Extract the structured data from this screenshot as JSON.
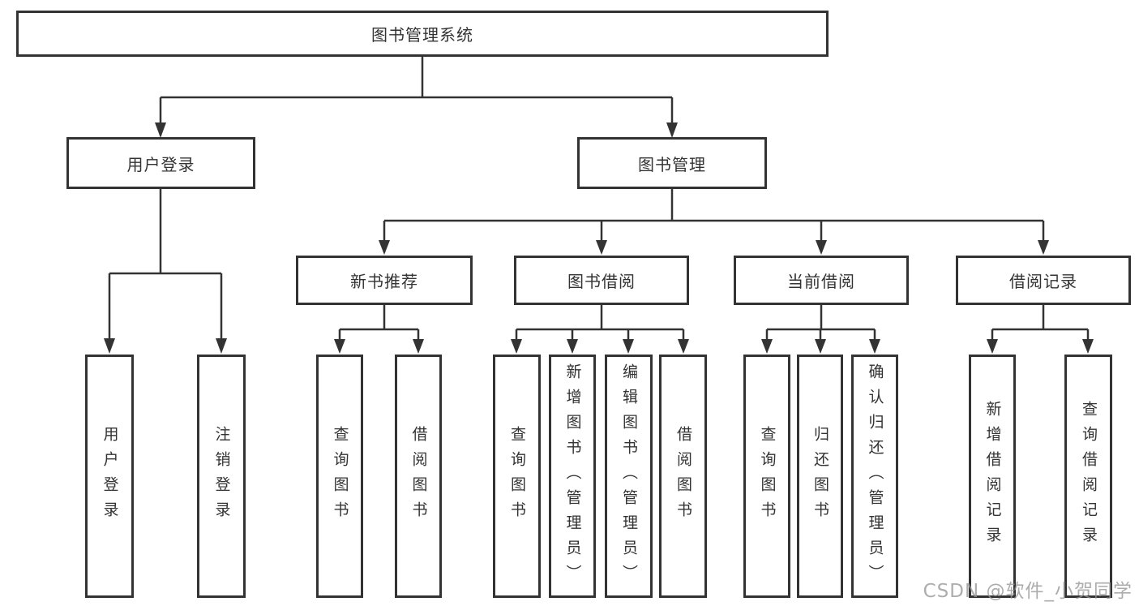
{
  "diagram": {
    "title": "图书管理系统",
    "level2": [
      {
        "label": "用户登录",
        "children": [
          {
            "label": "用户登录"
          },
          {
            "label": "注销登录"
          }
        ]
      },
      {
        "label": "图书管理",
        "children": [
          {
            "label": "新书推荐",
            "children": [
              {
                "label": "查询图书"
              },
              {
                "label": "借阅图书"
              }
            ]
          },
          {
            "label": "图书借阅",
            "children": [
              {
                "label": "查询图书"
              },
              {
                "label": "新增图书（管理员）"
              },
              {
                "label": "编辑图书（管理员）"
              },
              {
                "label": "借阅图书"
              }
            ]
          },
          {
            "label": "当前借阅",
            "children": [
              {
                "label": "查询图书"
              },
              {
                "label": "归还图书"
              },
              {
                "label": "确认归还（管理员）"
              }
            ]
          },
          {
            "label": "借阅记录",
            "children": [
              {
                "label": "新增借阅记录"
              },
              {
                "label": "查询借阅记录"
              }
            ]
          }
        ]
      }
    ],
    "watermark": "CSDN @软件_小贺同学",
    "colors": {
      "line": "#333333",
      "text": "#333333",
      "box_background": "#ffffff",
      "watermark": "#969696"
    }
  }
}
